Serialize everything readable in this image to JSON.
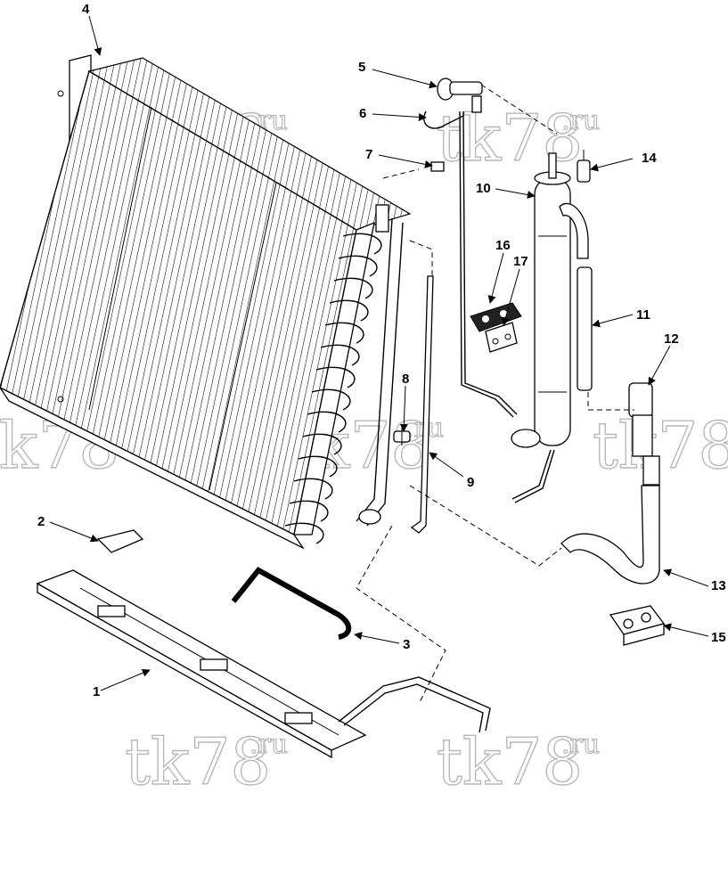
{
  "watermark": {
    "main": "tk78",
    "suffix": ".ru"
  },
  "callouts": [
    {
      "id": "c1",
      "label": "1"
    },
    {
      "id": "c2",
      "label": "2"
    },
    {
      "id": "c3",
      "label": "3"
    },
    {
      "id": "c4",
      "label": "4"
    },
    {
      "id": "c5",
      "label": "5"
    },
    {
      "id": "c6",
      "label": "6"
    },
    {
      "id": "c7",
      "label": "7"
    },
    {
      "id": "c8",
      "label": "8"
    },
    {
      "id": "c9",
      "label": "9"
    },
    {
      "id": "c10",
      "label": "10"
    },
    {
      "id": "c11",
      "label": "11"
    },
    {
      "id": "c12",
      "label": "12"
    },
    {
      "id": "c13",
      "label": "13"
    },
    {
      "id": "c14",
      "label": "14"
    },
    {
      "id": "c15",
      "label": "15"
    },
    {
      "id": "c16",
      "label": "16"
    },
    {
      "id": "c17",
      "label": "17"
    }
  ]
}
